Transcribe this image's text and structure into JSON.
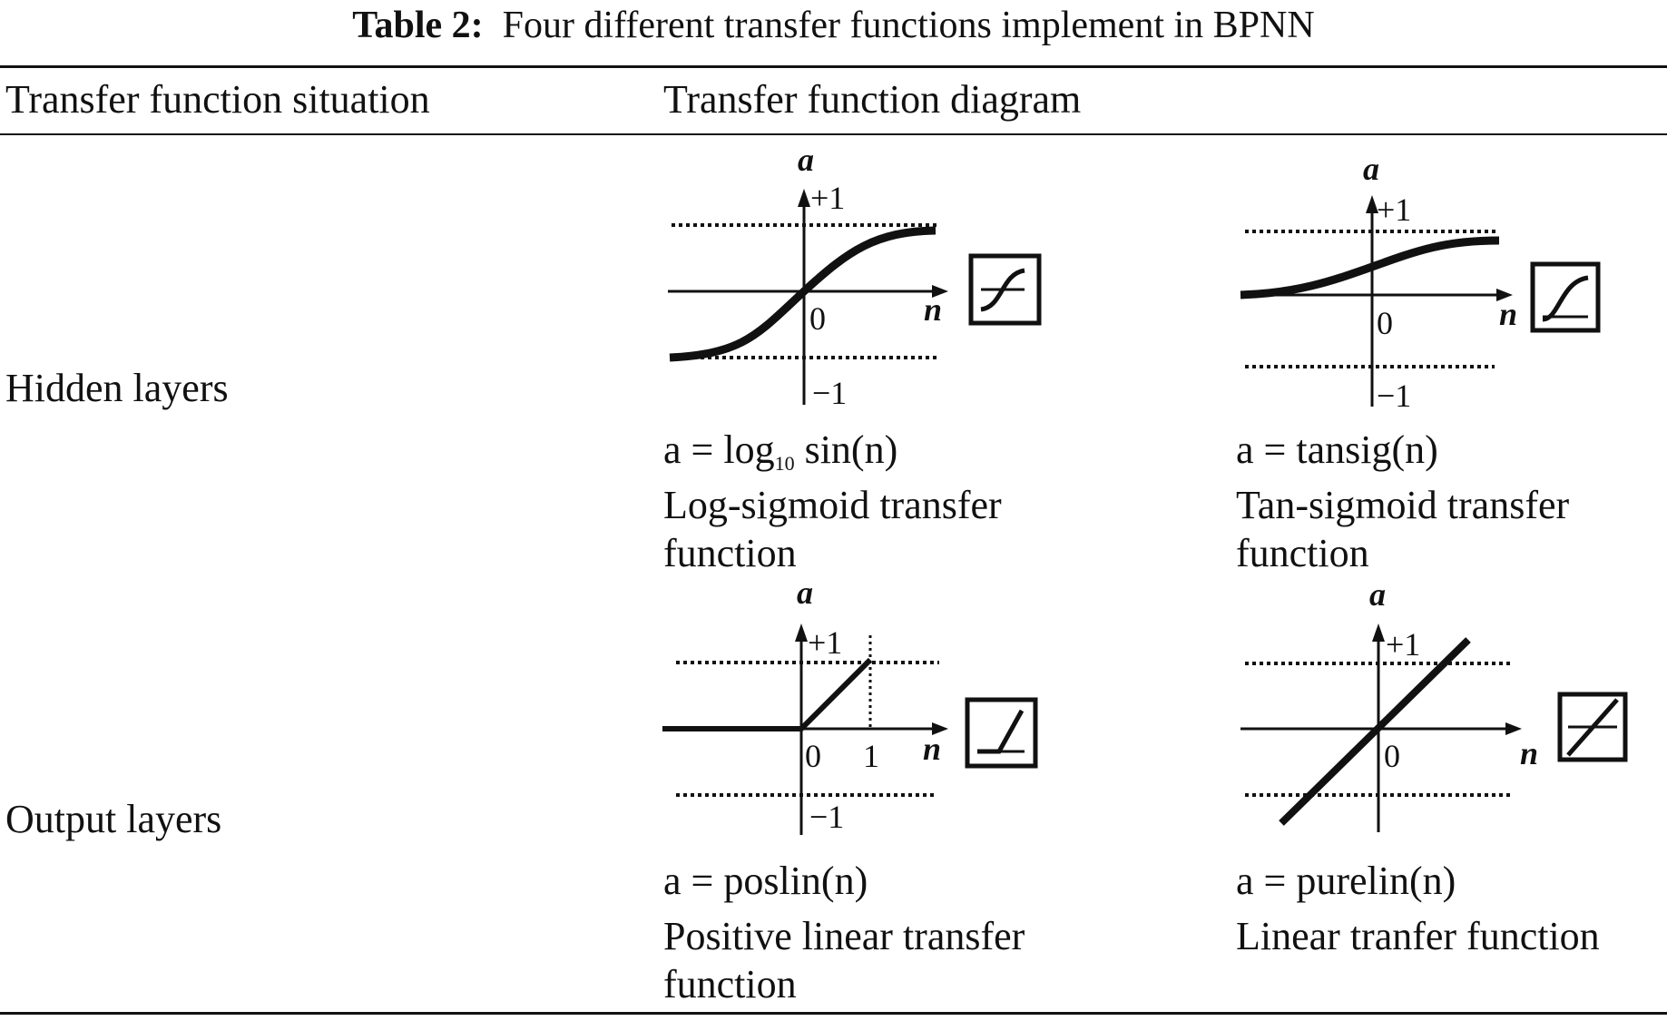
{
  "caption": {
    "label": "Table 2:",
    "text": "Four different transfer functions implement in BPNN"
  },
  "header": {
    "col1": "Transfer function situation",
    "col2": "Transfer function diagram"
  },
  "rows": [
    {
      "situation": "Hidden layers",
      "functions": [
        {
          "formula_prefix": "a = log",
          "formula_sub": "10",
          "formula_suffix": " sin(n)",
          "name_line1": "Log-sigmoid transfer",
          "name_line2": "function",
          "plot": {
            "type": "logsig",
            "a_label": "a",
            "n_label": "n",
            "plus1": "+1",
            "minus1": "−1",
            "zero": "0",
            "icon": "logsig-icon"
          }
        },
        {
          "formula": "a = tansig(n)",
          "name_line1": "Tan-sigmoid transfer",
          "name_line2": "function",
          "plot": {
            "type": "tansig",
            "a_label": "a",
            "n_label": "n",
            "plus1": "+1",
            "minus1": "−1",
            "zero": "0",
            "icon": "tansig-icon"
          }
        }
      ]
    },
    {
      "situation": "Output layers",
      "functions": [
        {
          "formula": "a = poslin(n)",
          "name_line1": "Positive linear transfer",
          "name_line2": "function",
          "plot": {
            "type": "poslin",
            "a_label": "a",
            "n_label": "n",
            "plus1": "+1",
            "minus1": "−1",
            "zero": "0",
            "one": "1",
            "icon": "poslin-icon"
          }
        },
        {
          "formula": "a = purelin(n)",
          "name_line1": "Linear tranfer function",
          "name_line2": "",
          "plot": {
            "type": "purelin",
            "a_label": "a",
            "n_label": "n",
            "plus1": "+1",
            "zero": "0",
            "icon": "purelin-icon"
          }
        }
      ]
    }
  ]
}
